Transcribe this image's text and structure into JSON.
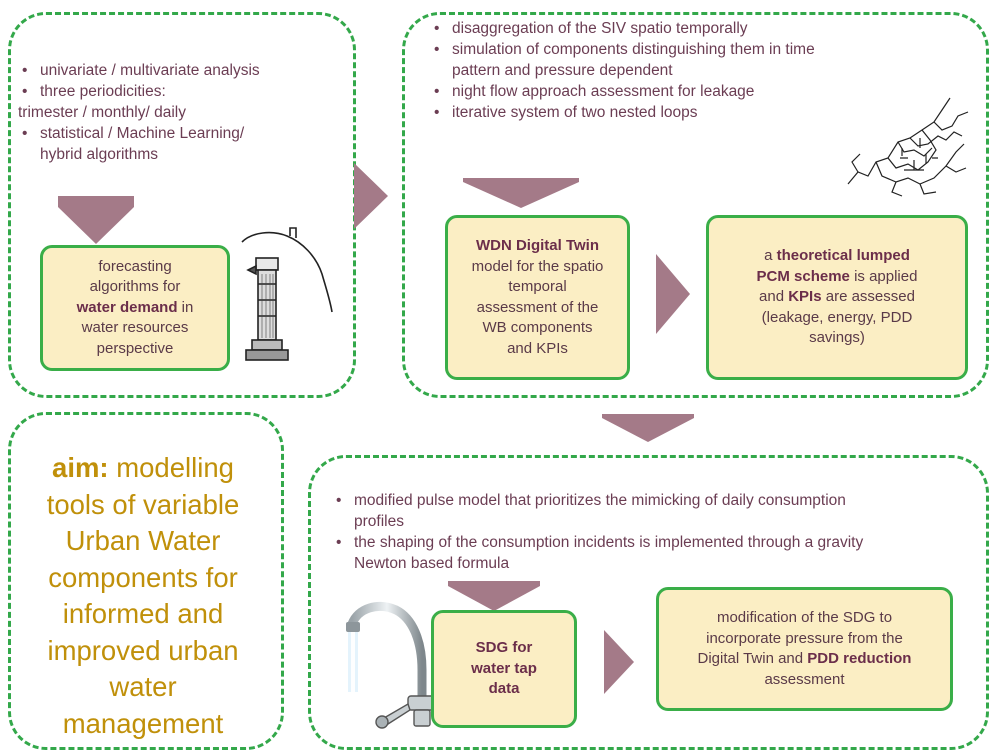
{
  "box_forecast": {
    "bullets": [
      {
        "text": "univariate / multivariate analysis",
        "kind": "bullet"
      },
      {
        "text": "three periodicities:",
        "kind": "bullet"
      },
      {
        "text": "trimester / monthly/ daily",
        "kind": "noindent"
      },
      {
        "text": "statistical / Machine Learning/",
        "kind": "bullet"
      },
      {
        "text": "hybrid algorithms",
        "kind": "cont"
      }
    ],
    "card": {
      "l1": "forecasting",
      "l2": "algorithms for",
      "l3_bold": "water demand",
      "l3_rest": " in",
      "l4": "water resources",
      "l5": "perspective"
    },
    "image_icon": "water-pump-icon"
  },
  "box_digital_twin": {
    "bullets": [
      {
        "text": "disaggregation of the SIV spatio temporally",
        "kind": "bullet"
      },
      {
        "text": "simulation of components distinguishing them in time",
        "kind": "bullet"
      },
      {
        "text": "pattern and pressure dependent",
        "kind": "cont"
      },
      {
        "text": "night flow approach assessment for leakage",
        "kind": "bullet"
      },
      {
        "text": "iterative system of two nested loops",
        "kind": "bullet"
      }
    ],
    "card_twin": {
      "l1_bold": "WDN Digital Twin",
      "l2": "model for the spatio",
      "l3": "temporal",
      "l4": "assessment of the",
      "l5": "WB components",
      "l6": "and KPIs"
    },
    "card_pcm": {
      "l1_pre": "a ",
      "l1_bold": "theoretical lumped",
      "l2_bold": "PCM scheme",
      "l2_rest": " is applied",
      "l3_pre": "and ",
      "l3_bold": "KPIs",
      "l3_rest": " are assessed",
      "l4": "(leakage, energy, PDD",
      "l5": "savings)"
    },
    "image_icon": "network-map-icon"
  },
  "box_aim": {
    "bold": "aim:",
    "lines": [
      "modelling",
      "tools of variable",
      "Urban Water",
      "components for",
      "informed and",
      "improved urban",
      "water",
      "management"
    ]
  },
  "box_sdg": {
    "bullets": [
      {
        "text": "modified pulse model that prioritizes the mimicking of daily  consumption",
        "kind": "bullet"
      },
      {
        "text": "profiles",
        "kind": "cont"
      },
      {
        "text": "the shaping of the consumption incidents is implemented through a gravity",
        "kind": "bullet"
      },
      {
        "text": "Newton based formula",
        "kind": "cont"
      }
    ],
    "card_sdg": {
      "l1": "SDG for",
      "l2": "water tap",
      "l3": "data"
    },
    "card_mod": {
      "l1": "modification of the SDG to",
      "l2": "incorporate pressure from the",
      "l3_pre": "Digital Twin and ",
      "l3_bold": "PDD reduction",
      "l4": "assessment"
    },
    "image_icon": "water-tap-icon"
  },
  "colors": {
    "dashed_border": "#33a84a",
    "card_fill": "#fbeec4",
    "card_border": "#3aae48",
    "arrow": "#a47a88",
    "bullet_text": "#6b3d53",
    "aim_text": "#c0900a"
  }
}
